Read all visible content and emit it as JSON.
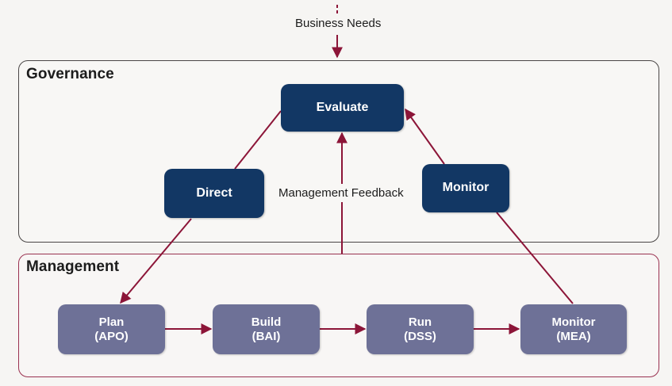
{
  "colors": {
    "arrow": "#8c1538",
    "governance_box": "#123764",
    "management_box": "#6e7197",
    "governance_border": "#4a4646",
    "management_border": "#9a3150"
  },
  "business_needs_label": "Business Needs",
  "management_feedback_label": "Management Feedback",
  "governance": {
    "title": "Governance",
    "evaluate": "Evaluate",
    "direct": "Direct",
    "monitor": "Monitor"
  },
  "management": {
    "title": "Management",
    "steps": [
      {
        "name": "Plan",
        "code": "(APO)"
      },
      {
        "name": "Build",
        "code": "(BAI)"
      },
      {
        "name": "Run",
        "code": "(DSS)"
      },
      {
        "name": "Monitor",
        "code": "(MEA)"
      }
    ]
  }
}
